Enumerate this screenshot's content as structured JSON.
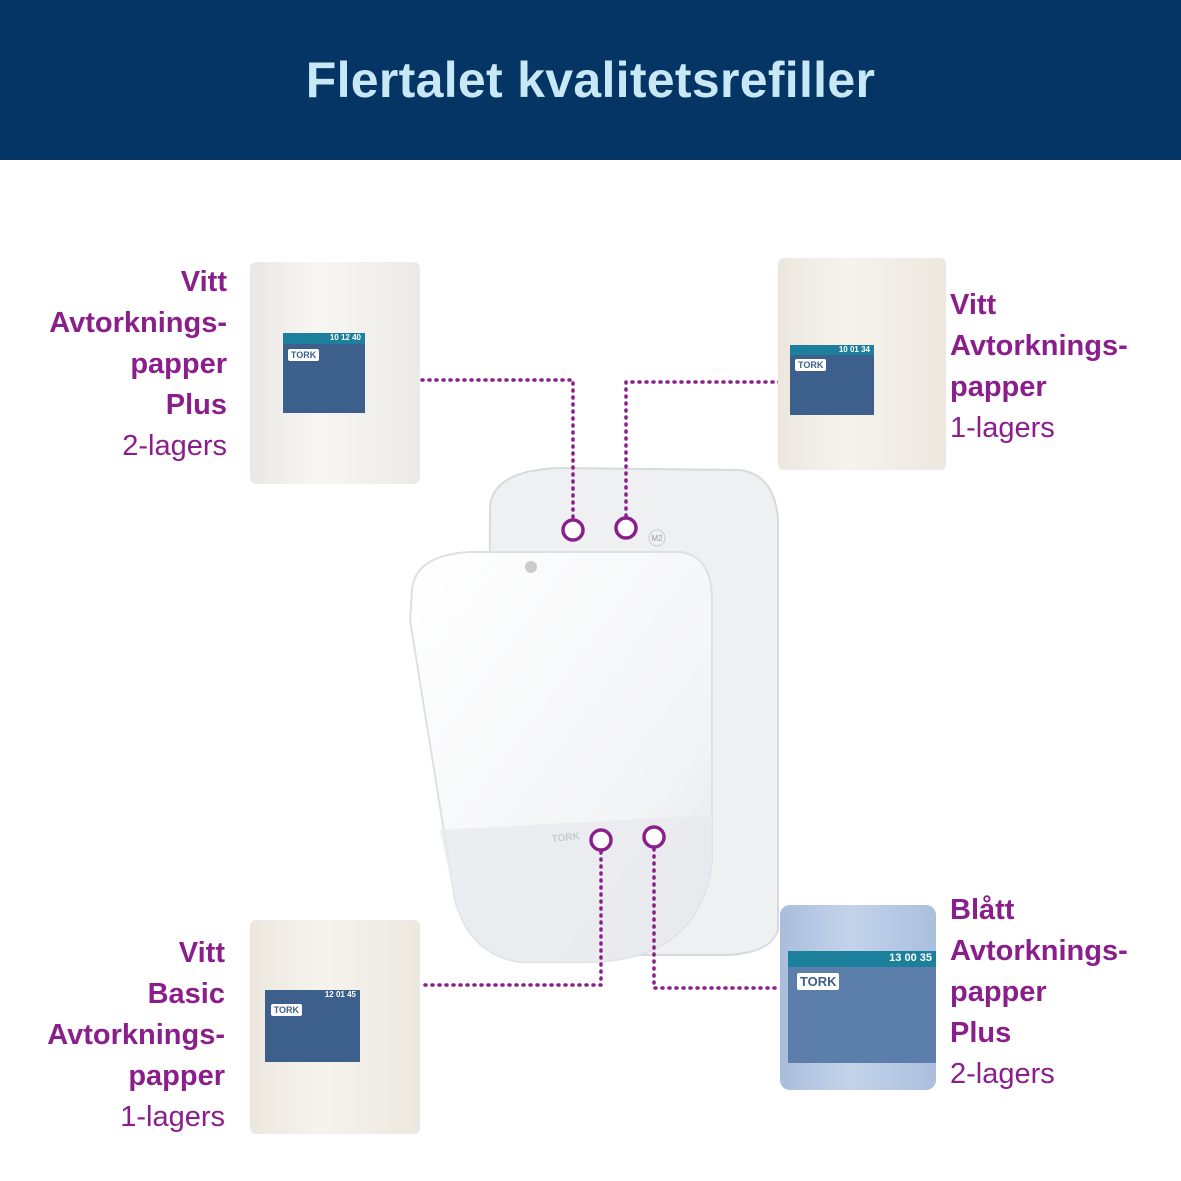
{
  "header": {
    "title": "Flertalet kvalitetsrefiller"
  },
  "colors": {
    "header_bg": "#043565",
    "title": "#c9e8f6",
    "accent": "#8a1f8c"
  },
  "products": [
    {
      "lines": [
        "Vitt",
        "Avtorknings-",
        "papper",
        "Plus"
      ],
      "ply": "2-lagers",
      "code": "10 12 40",
      "brand": "TORK"
    },
    {
      "lines": [
        "Vitt",
        "Avtorknings-",
        "papper"
      ],
      "ply": "1-lagers",
      "code": "10 01 34",
      "brand": "TORK"
    },
    {
      "lines": [
        "Vitt",
        "Basic",
        "Avtorknings-",
        "papper"
      ],
      "ply": "1-lagers",
      "code": "12 01 45",
      "brand": "TORK"
    },
    {
      "lines": [
        "Blått",
        "Avtorknings-",
        "papper",
        "Plus"
      ],
      "ply": "2-lagers",
      "code": "13 00 35",
      "brand": "TORK"
    }
  ],
  "dispenser": {
    "brand": "TORK",
    "size_mark": "M2"
  }
}
